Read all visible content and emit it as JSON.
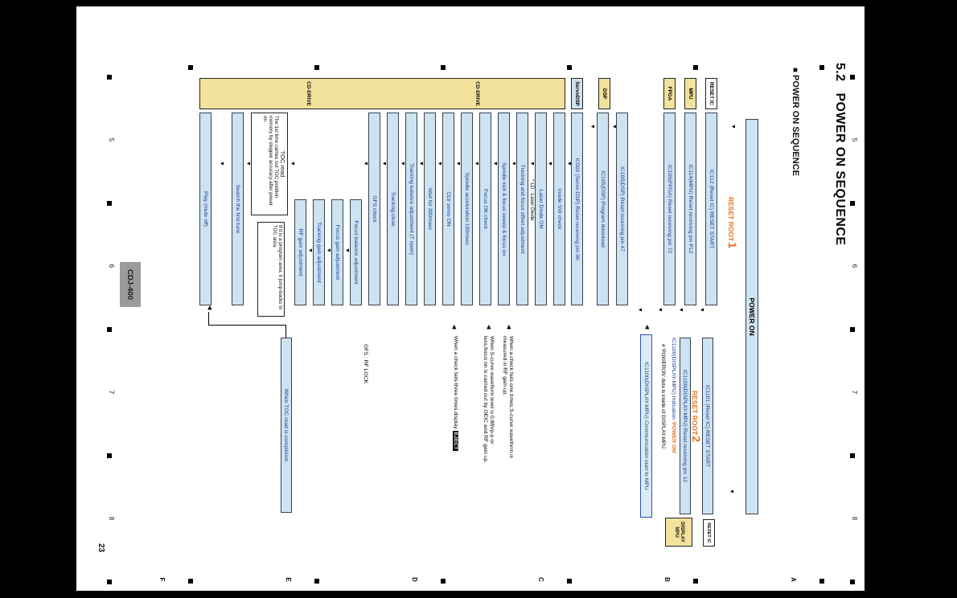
{
  "header": {
    "section_no": "5.2",
    "section_title": "POWER ON SEQUENCE",
    "block_title": "POWER ON SEQUENCE"
  },
  "grid": {
    "numbers": [
      "5",
      "6",
      "7",
      "8"
    ],
    "letters": [
      "A",
      "B",
      "C",
      "D",
      "E",
      "F"
    ]
  },
  "icons": {
    "down": "▼",
    "left": "◀",
    "bullet": "■"
  },
  "roots": {
    "r1_text": "RESET ROOT",
    "r1_no": "1",
    "r2_text": "RESET ROOT",
    "r2_no": "2"
  },
  "labels": {
    "reset_ic": "RESET IC",
    "mpu": "MPU",
    "fpga": "FPGA",
    "dsp": "DSP",
    "servo_dsp": "ServoDSP",
    "cd_drive_1": "CD-DRIVE",
    "cd_drive_2": "CD-DRIVE",
    "reset_ic_r": "RESET IC",
    "display": "DISPLAY",
    "mpu_r": "MPU"
  },
  "bars": {
    "power_on": "POWER ON",
    "ic112": "IC112 (Reset IC) RESET START",
    "ic114": "IC114(MPU) Reset receiving pin P12",
    "ic106": "IC106(FPGA) Reset receiving pin 72",
    "ic105_pin": "IC105(DSP) Reset receiving pin 47",
    "ic105_dl": "IC105(DSP) Program download",
    "ic502": "IC502 (Servo DSP) Reset receiving pin 90",
    "inside_sw": "Inside SW check",
    "ld_on": "Laser Diode ON",
    "tf_offset": "Tracking and focus offset adjustment",
    "spindle_kick": "Spindle kick & focus sweep & focus on",
    "focus_ok": "Focus OK check",
    "spindle_acc": "Spindle acceleration 100msec",
    "clv": "CLV servo ON",
    "wait300": "Wait for 300msec",
    "t_balance": "Tracking balance adjustment (T open)",
    "t_close": "Tracking close",
    "gfs": "GFS check",
    "f_balance": "Focus balance adjustment",
    "f_gain": "Focus gain adjustment",
    "t_gain": "Tracking gain adjustment",
    "rf_gain": "RF gain adjustment",
    "search": "Search the first tune",
    "play": "Play (mute off)",
    "toc_done": "When TOC read is completion",
    "ic1101": "IC1101 (Reset IC) RESET START",
    "ic1100_reset": "IC1100(DISPLAY-MPU) Reset receiving pin 12"
  },
  "texts": {
    "indication_pre": "IC1100(DISPLAY-MPU) Indication ",
    "indication_hl": "'POWER ON'",
    "poweron_note": "# 'POWERON' data is inside of DISPLAY-MPU.",
    "comm": "IC1100(DISPLAY-MPU) Communication start to MPU",
    "ld_note": "* LD : Laser Diode",
    "note_fail1_l1": "When a check fails one times,S-curve waveform is",
    "note_fail1_l2": "measured in RF gain up.",
    "note_scurve_l1": "When S-curve waveform level is 0.88Vp-p or",
    "note_scurve_l2": "less,focus on is carried out by OEIC and RF gain up.",
    "note_fail3_pre": "When a check fails three times,display ",
    "eject": "EJECT",
    "note_fail3_post": ".",
    "gfs_note": "GFS : RF LOCK",
    "toc_title": "TOC read",
    "toc_body": "The 1st time carries out TOC position memory by stepper accuracy after power on.",
    "program_note": "If it is a program area, it jump-backs to TOC area."
  },
  "footer": {
    "model": "CDJ-400",
    "page_no": "23"
  },
  "colors": {
    "bar_fill": "#cde3f2",
    "bar_text": "#1c3a8e",
    "label_yellow": "#f2e29b",
    "accent_orange": "#e2711d",
    "comm_border": "#2f53b5",
    "scan_background": "#000000"
  }
}
